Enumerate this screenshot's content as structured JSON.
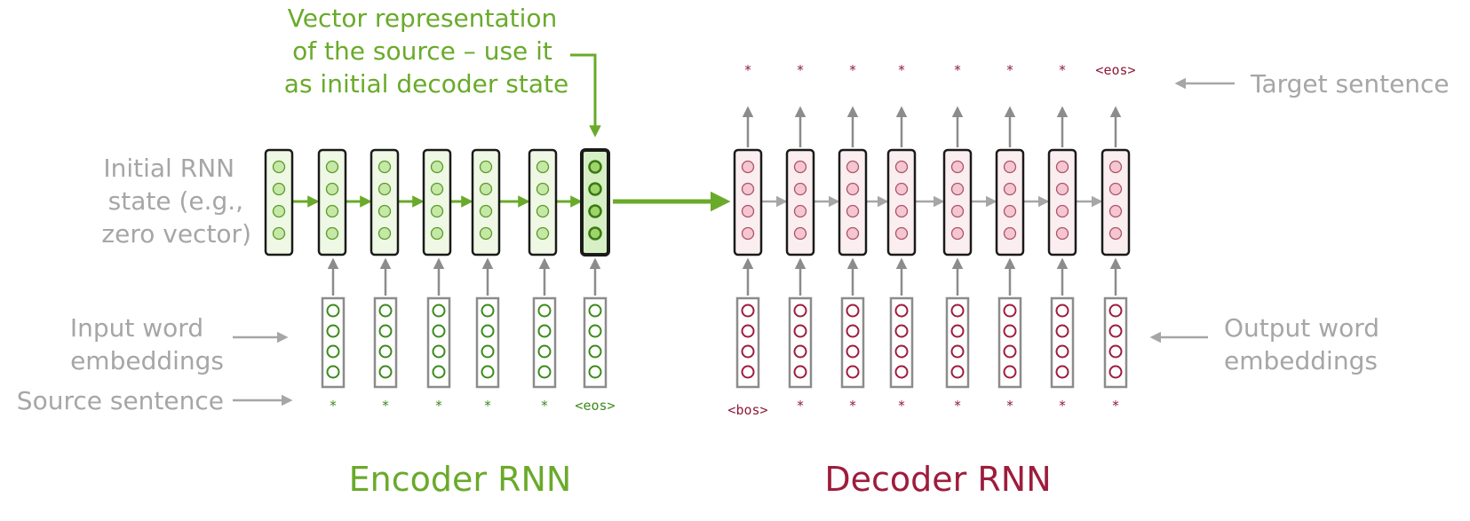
{
  "labels": {
    "vector_repr": [
      "Vector representation",
      "of the source – use it",
      "as initial decoder state"
    ],
    "initial_state": [
      "Initial RNN",
      "state (e.g.,",
      "zero vector)"
    ],
    "input_embeddings": [
      "Input word",
      "embeddings"
    ],
    "source_sentence": "Source sentence",
    "target_sentence": "Target sentence",
    "output_embeddings": [
      "Output word",
      "embeddings"
    ],
    "encoder_title": "Encoder RNN",
    "decoder_title": "Decoder RNN"
  },
  "encoder": {
    "source_tokens": [
      "*",
      "*",
      "*",
      "*",
      "*",
      "<eos>"
    ]
  },
  "decoder": {
    "input_tokens": [
      "<bos>",
      "*",
      "*",
      "*",
      "*",
      "*",
      "*",
      "*"
    ],
    "target_tokens": [
      "*",
      "*",
      "*",
      "*",
      "*",
      "*",
      "*",
      "<eos>"
    ]
  },
  "colors": {
    "green": "#6aaa2a",
    "dark_green": "#3a8a1a",
    "crimson": "#9e1c3c",
    "gray": "#a6a6a6"
  }
}
